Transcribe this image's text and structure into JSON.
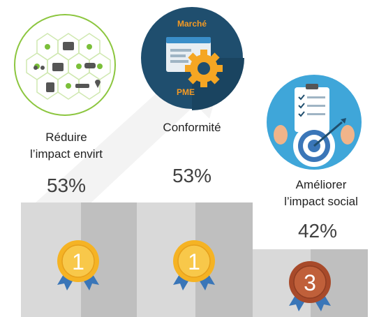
{
  "items": [
    {
      "rank": "1",
      "label_line1": "Réduire",
      "label_line2": "l’impact envirt",
      "percent": "53%",
      "icon": "mobility-network-icon",
      "medal": "gold-medal-icon"
    },
    {
      "rank": "1",
      "label_line1": "Conformité",
      "label_line2": "",
      "percent": "53%",
      "icon": "web-gear-compliance-icon",
      "icon_top_text": "Marché",
      "icon_bottom_text": "PME",
      "medal": "gold-medal-icon"
    },
    {
      "rank": "3",
      "label_line1": "Améliorer",
      "label_line2": "l’impact social",
      "percent": "42%",
      "icon": "target-checklist-icon",
      "medal": "bronze-medal-icon"
    }
  ],
  "colors": {
    "podium_light": "#d9d9d9",
    "podium_dark": "#bfbfbf",
    "gold": "#f5b324",
    "bronze": "#b5532f",
    "ribbon": "#3a76b8",
    "green": "#7bbf3a",
    "navy": "#1f4e6e"
  }
}
